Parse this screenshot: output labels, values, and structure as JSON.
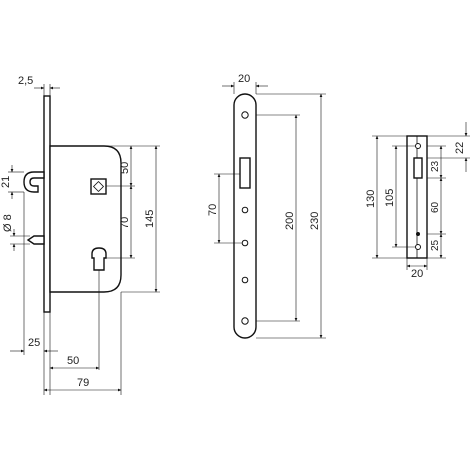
{
  "diagram": {
    "view1": {
      "dim_faceplate": "2,5",
      "dim_latch": "21",
      "dim_pin": "Ø 8",
      "dim_top": "50",
      "dim_center": "70",
      "dim_height": "145",
      "dim_backset": "25",
      "dim_bottom_50": "50",
      "dim_bottom_79": "79"
    },
    "view2": {
      "dim_width": "20",
      "dim_70": "70",
      "dim_200": "200",
      "dim_230": "230"
    },
    "view3": {
      "dim_22": "22",
      "dim_130": "130",
      "dim_105": "105",
      "dim_23": "23",
      "dim_60": "60",
      "dim_25": "25",
      "dim_20": "20"
    }
  }
}
